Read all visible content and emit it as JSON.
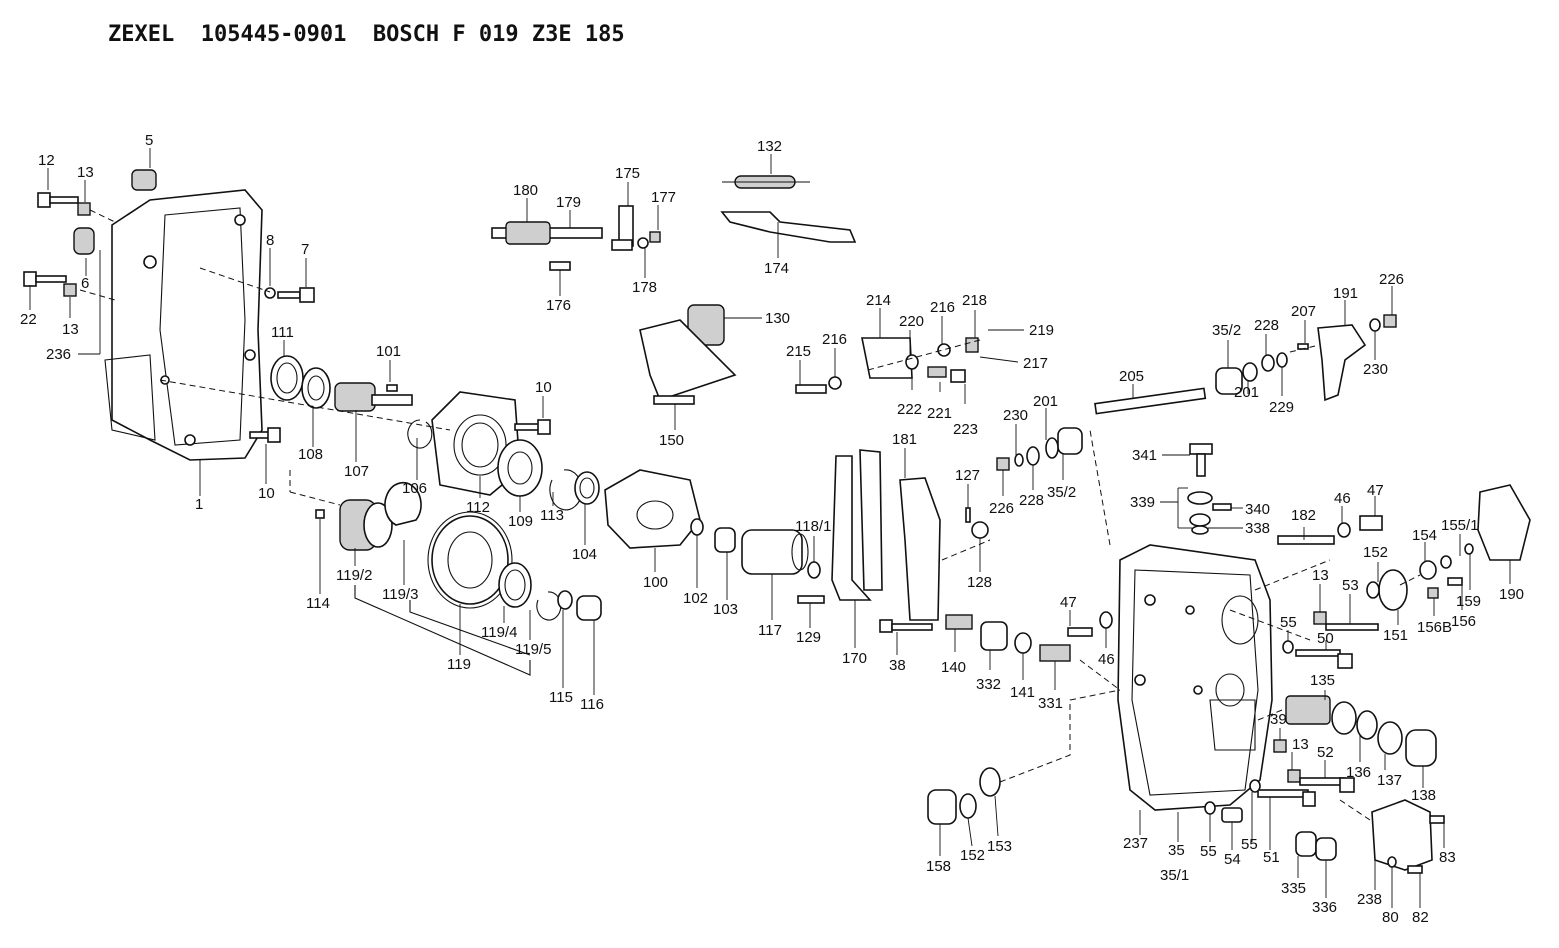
{
  "header": {
    "title": "ZEXEL  105445-0901  BOSCH F 019 Z3E 185"
  },
  "labels": [
    {
      "id": "l12",
      "text": "12"
    },
    {
      "id": "l13a",
      "text": "13"
    },
    {
      "id": "l5",
      "text": "5"
    },
    {
      "id": "l8",
      "text": "8"
    },
    {
      "id": "l7",
      "text": "7"
    },
    {
      "id": "l6",
      "text": "6"
    },
    {
      "id": "l22",
      "text": "22"
    },
    {
      "id": "l13b",
      "text": "13"
    },
    {
      "id": "l236",
      "text": "236"
    },
    {
      "id": "l111",
      "text": "111"
    },
    {
      "id": "l101",
      "text": "101"
    },
    {
      "id": "l10a",
      "text": "10"
    },
    {
      "id": "l108",
      "text": "108"
    },
    {
      "id": "l107",
      "text": "107"
    },
    {
      "id": "l106",
      "text": "106"
    },
    {
      "id": "l10b",
      "text": "10"
    },
    {
      "id": "l1",
      "text": "1"
    },
    {
      "id": "l112",
      "text": "112"
    },
    {
      "id": "l109",
      "text": "109"
    },
    {
      "id": "l113",
      "text": "113"
    },
    {
      "id": "l104",
      "text": "104"
    },
    {
      "id": "l114",
      "text": "114"
    },
    {
      "id": "l119_2",
      "text": "119/2"
    },
    {
      "id": "l119_3",
      "text": "119/3"
    },
    {
      "id": "l119",
      "text": "119"
    },
    {
      "id": "l119_4",
      "text": "119/4"
    },
    {
      "id": "l119_5",
      "text": "119/5"
    },
    {
      "id": "l115",
      "text": "115"
    },
    {
      "id": "l116",
      "text": "116"
    },
    {
      "id": "l180",
      "text": "180"
    },
    {
      "id": "l179",
      "text": "179"
    },
    {
      "id": "l175",
      "text": "175"
    },
    {
      "id": "l177",
      "text": "177"
    },
    {
      "id": "l176",
      "text": "176"
    },
    {
      "id": "l178",
      "text": "178"
    },
    {
      "id": "l132",
      "text": "132"
    },
    {
      "id": "l174",
      "text": "174"
    },
    {
      "id": "l130",
      "text": "130"
    },
    {
      "id": "l150",
      "text": "150"
    },
    {
      "id": "l100",
      "text": "100"
    },
    {
      "id": "l102",
      "text": "102"
    },
    {
      "id": "l103",
      "text": "103"
    },
    {
      "id": "l117",
      "text": "117"
    },
    {
      "id": "l118_1",
      "text": "118/1"
    },
    {
      "id": "l129",
      "text": "129"
    },
    {
      "id": "l170",
      "text": "170"
    },
    {
      "id": "l181",
      "text": "181"
    },
    {
      "id": "l38",
      "text": "38"
    },
    {
      "id": "l214",
      "text": "214"
    },
    {
      "id": "l215",
      "text": "215"
    },
    {
      "id": "l216a",
      "text": "216"
    },
    {
      "id": "l220",
      "text": "220"
    },
    {
      "id": "l216b",
      "text": "216"
    },
    {
      "id": "l218",
      "text": "218"
    },
    {
      "id": "l219",
      "text": "219"
    },
    {
      "id": "l217",
      "text": "217"
    },
    {
      "id": "l222",
      "text": "222"
    },
    {
      "id": "l221",
      "text": "221"
    },
    {
      "id": "l223",
      "text": "223"
    },
    {
      "id": "l127",
      "text": "127"
    },
    {
      "id": "l128",
      "text": "128"
    },
    {
      "id": "l140",
      "text": "140"
    },
    {
      "id": "l332",
      "text": "332"
    },
    {
      "id": "l141",
      "text": "141"
    },
    {
      "id": "l331",
      "text": "331"
    },
    {
      "id": "l47a",
      "text": "47"
    },
    {
      "id": "l46a",
      "text": "46"
    },
    {
      "id": "l230a",
      "text": "230"
    },
    {
      "id": "l201a",
      "text": "201"
    },
    {
      "id": "l226a",
      "text": "226"
    },
    {
      "id": "l228a",
      "text": "228"
    },
    {
      "id": "l35_2a",
      "text": "35/2"
    },
    {
      "id": "l205",
      "text": "205"
    },
    {
      "id": "l35_2b",
      "text": "35/2"
    },
    {
      "id": "l228b",
      "text": "228"
    },
    {
      "id": "l207",
      "text": "207"
    },
    {
      "id": "l191",
      "text": "191"
    },
    {
      "id": "l226b",
      "text": "226"
    },
    {
      "id": "l201b",
      "text": "201"
    },
    {
      "id": "l229",
      "text": "229"
    },
    {
      "id": "l230b",
      "text": "230"
    },
    {
      "id": "l341",
      "text": "341"
    },
    {
      "id": "l339",
      "text": "339"
    },
    {
      "id": "l340",
      "text": "340"
    },
    {
      "id": "l338",
      "text": "338"
    },
    {
      "id": "l182",
      "text": "182"
    },
    {
      "id": "l46b",
      "text": "46"
    },
    {
      "id": "l47b",
      "text": "47"
    },
    {
      "id": "l154",
      "text": "154"
    },
    {
      "id": "l155_1",
      "text": "155/1"
    },
    {
      "id": "l152a",
      "text": "152"
    },
    {
      "id": "l13c",
      "text": "13"
    },
    {
      "id": "l53",
      "text": "53"
    },
    {
      "id": "l190",
      "text": "190"
    },
    {
      "id": "l159",
      "text": "159"
    },
    {
      "id": "l156",
      "text": "156"
    },
    {
      "id": "l156b",
      "text": "156B"
    },
    {
      "id": "l151",
      "text": "151"
    },
    {
      "id": "l55a",
      "text": "55"
    },
    {
      "id": "l50",
      "text": "50"
    },
    {
      "id": "l135",
      "text": "135"
    },
    {
      "id": "l39",
      "text": "39"
    },
    {
      "id": "l13d",
      "text": "13"
    },
    {
      "id": "l52",
      "text": "52"
    },
    {
      "id": "l136",
      "text": "136"
    },
    {
      "id": "l137",
      "text": "137"
    },
    {
      "id": "l138",
      "text": "138"
    },
    {
      "id": "l83",
      "text": "83"
    },
    {
      "id": "l237",
      "text": "237"
    },
    {
      "id": "l35",
      "text": "35"
    },
    {
      "id": "l35_1",
      "text": "35/1"
    },
    {
      "id": "l55b",
      "text": "55"
    },
    {
      "id": "l55c",
      "text": "55"
    },
    {
      "id": "l54",
      "text": "54"
    },
    {
      "id": "l51",
      "text": "51"
    },
    {
      "id": "l335",
      "text": "335"
    },
    {
      "id": "l336",
      "text": "336"
    },
    {
      "id": "l238",
      "text": "238"
    },
    {
      "id": "l80",
      "text": "80"
    },
    {
      "id": "l82",
      "text": "82"
    },
    {
      "id": "l158",
      "text": "158"
    },
    {
      "id": "l152b",
      "text": "152"
    },
    {
      "id": "l153",
      "text": "153"
    }
  ]
}
